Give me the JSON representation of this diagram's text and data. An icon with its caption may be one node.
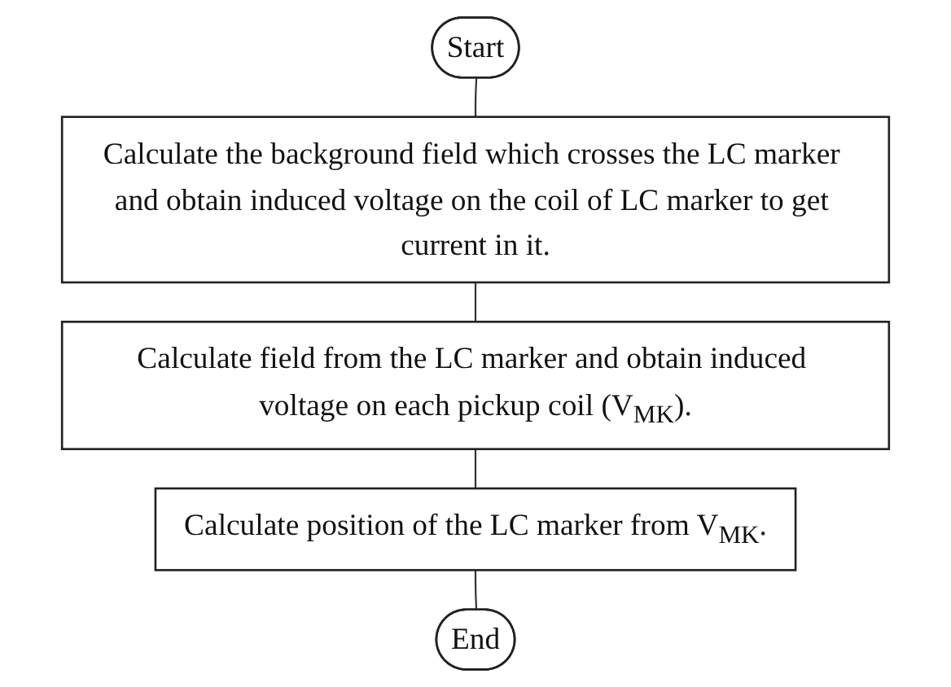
{
  "diagram": {
    "nodes": [
      {
        "text": [
          "Start"
        ]
      },
      {
        "text": [
          "Calculate the background field which crosses the LC marker and obtain induced voltage on the coil of LC marker to get current in it."
        ]
      },
      {
        "text": [
          "Calculate field from the LC marker and obtain induced voltage on each pickup coil (V$_{MK}$)."
        ]
      },
      {
        "text": [
          "Calculate position of the LC marker from V$_{MK}$."
        ]
      },
      {
        "text": [
          "End"
        ]
      }
    ],
    "edges": [
      {
        "from": 0,
        "to": 1,
        "arrow": "none"
      },
      {
        "from": 1,
        "to": 2,
        "arrow": "none"
      },
      {
        "from": 2,
        "to": 3,
        "arrow": "none"
      },
      {
        "from": 3,
        "to": 4,
        "arrow": "none"
      }
    ]
  }
}
